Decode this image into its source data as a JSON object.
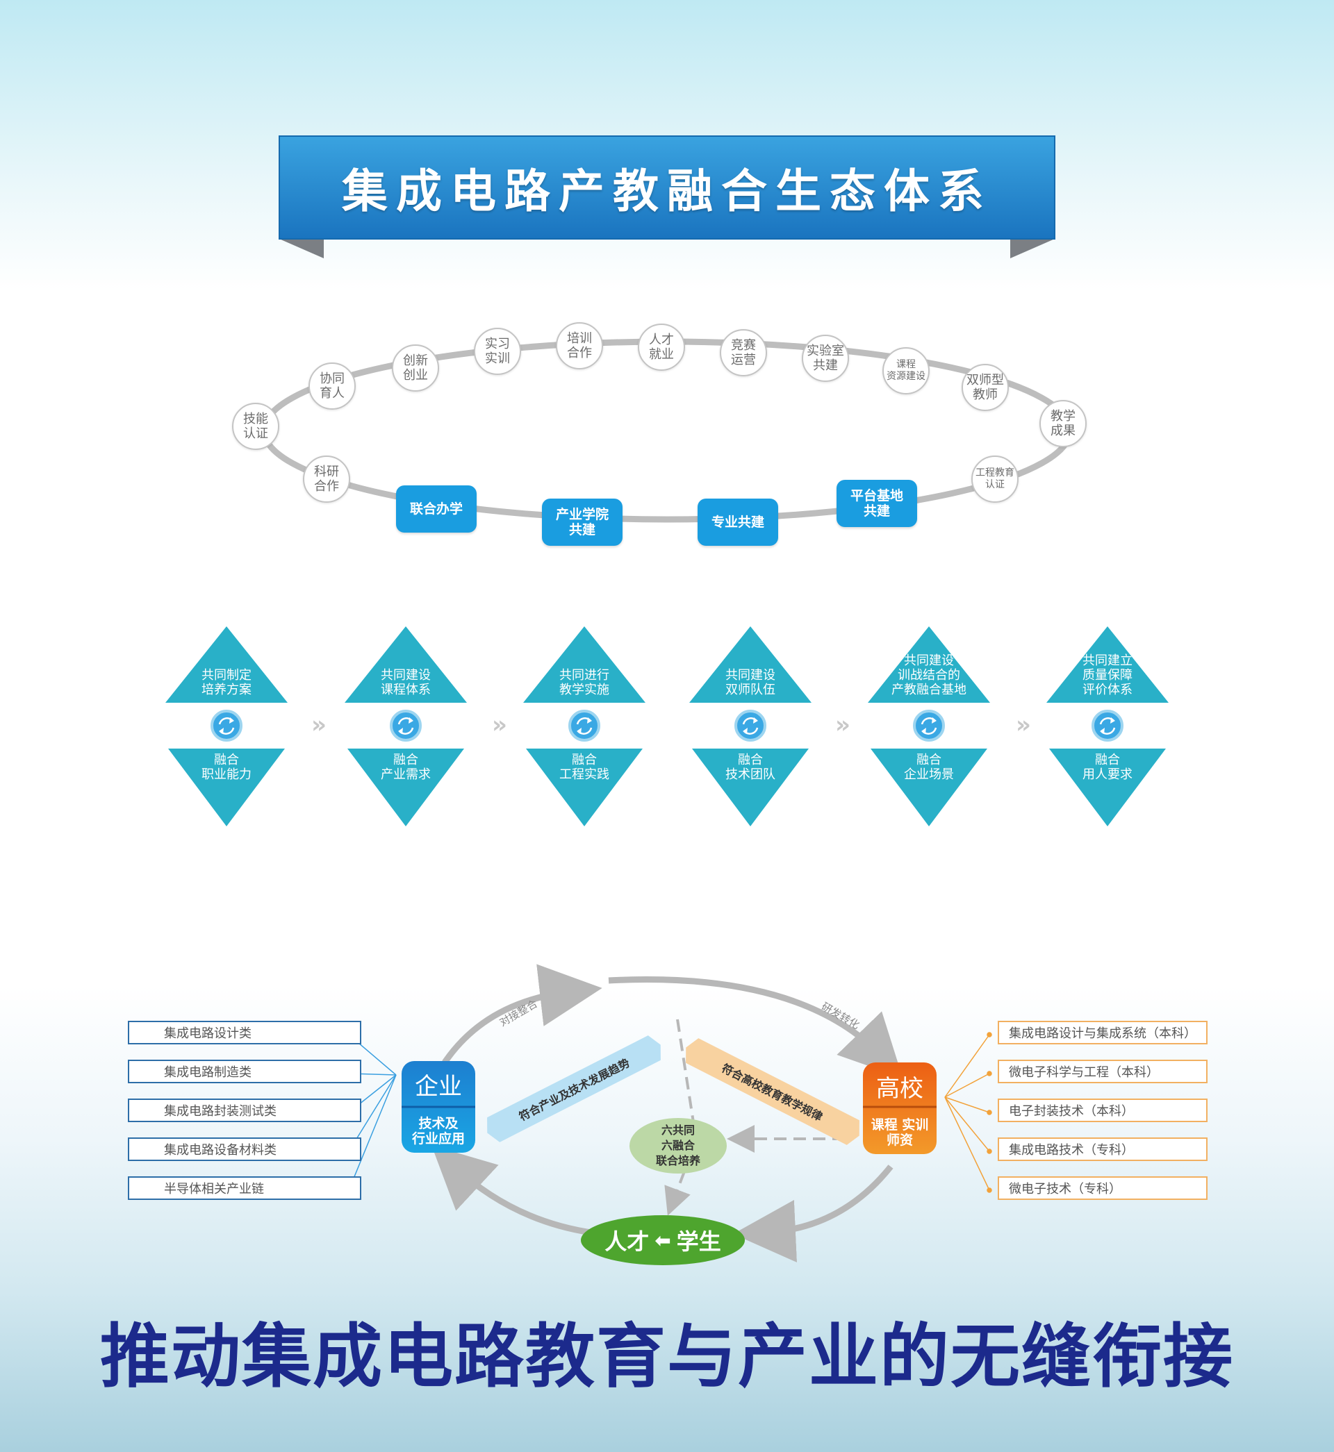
{
  "title": "集成电路产教融合生态体系",
  "ring": {
    "circles": [
      {
        "label": "技能\n认证"
      },
      {
        "label": "协同\n育人"
      },
      {
        "label": "创新\n创业"
      },
      {
        "label": "实习\n实训"
      },
      {
        "label": "培训\n合作"
      },
      {
        "label": "人才\n就业"
      },
      {
        "label": "竞赛\n运营"
      },
      {
        "label": "实验室\n共建"
      },
      {
        "label": "课程\n资源建设"
      },
      {
        "label": "双师型\n教师"
      },
      {
        "label": "教学\n成果"
      },
      {
        "label": "工程教育\n认证"
      },
      {
        "label": "科研\n合作"
      }
    ],
    "boxes": [
      {
        "label": "联合办学"
      },
      {
        "label": "产业学院\n共建"
      },
      {
        "label": "专业共建"
      },
      {
        "label": "平台基地\n共建"
      }
    ]
  },
  "steps": [
    {
      "top": "共同制定\n培养方案",
      "bottom": "融合\n职业能力"
    },
    {
      "top": "共同建设\n课程体系",
      "bottom": "融合\n产业需求"
    },
    {
      "top": "共同进行\n教学实施",
      "bottom": "融合\n工程实践"
    },
    {
      "top": "共同建设\n双师队伍",
      "bottom": "融合\n技术团队"
    },
    {
      "top": "共同建设\n训战结合的\n产教融合基地",
      "bottom": "融合\n企业场景"
    },
    {
      "top": "共同建立\n质量保障\n评价体系",
      "bottom": "融合\n用人要求"
    }
  ],
  "chevron": "»",
  "industry_list": [
    "集成电路设计类",
    "集成电路制造类",
    "集成电路封装测试类",
    "集成电路设备材料类",
    "半导体相关产业链"
  ],
  "majors_list": [
    "集成电路设计与集成系统（本科）",
    "微电子科学与工程（本科）",
    "电子封装技术（本科）",
    "集成电路技术（专科）",
    "微电子技术（专科）"
  ],
  "enterprise": {
    "title": "企业",
    "subtitle": "技术及\n行业应用"
  },
  "university": {
    "title": "高校",
    "subtitle": "课程 实训\n师资"
  },
  "talent": {
    "left": "人才",
    "arrow": "⬅",
    "right": "学生"
  },
  "center": "六共同\n六融合\n联合培养",
  "arrow_labels": {
    "top_left": "对接整合",
    "top_right": "研发转化"
  },
  "ribbons": {
    "left": "符合产业及技术发展趋势",
    "right": "符合高校教育教学规律"
  },
  "slogan": "推动集成电路教育与产业的无缝衔接",
  "colors": {
    "banner": "#2a8fd0",
    "ring_blue": "#1a9de0",
    "triangle": "#29b0c8",
    "enterprise": "#1a9de0",
    "university": "#f07a1a",
    "talent": "#4ea52e",
    "center": "#bcd8a6",
    "slogan": "#1c2a8c"
  }
}
